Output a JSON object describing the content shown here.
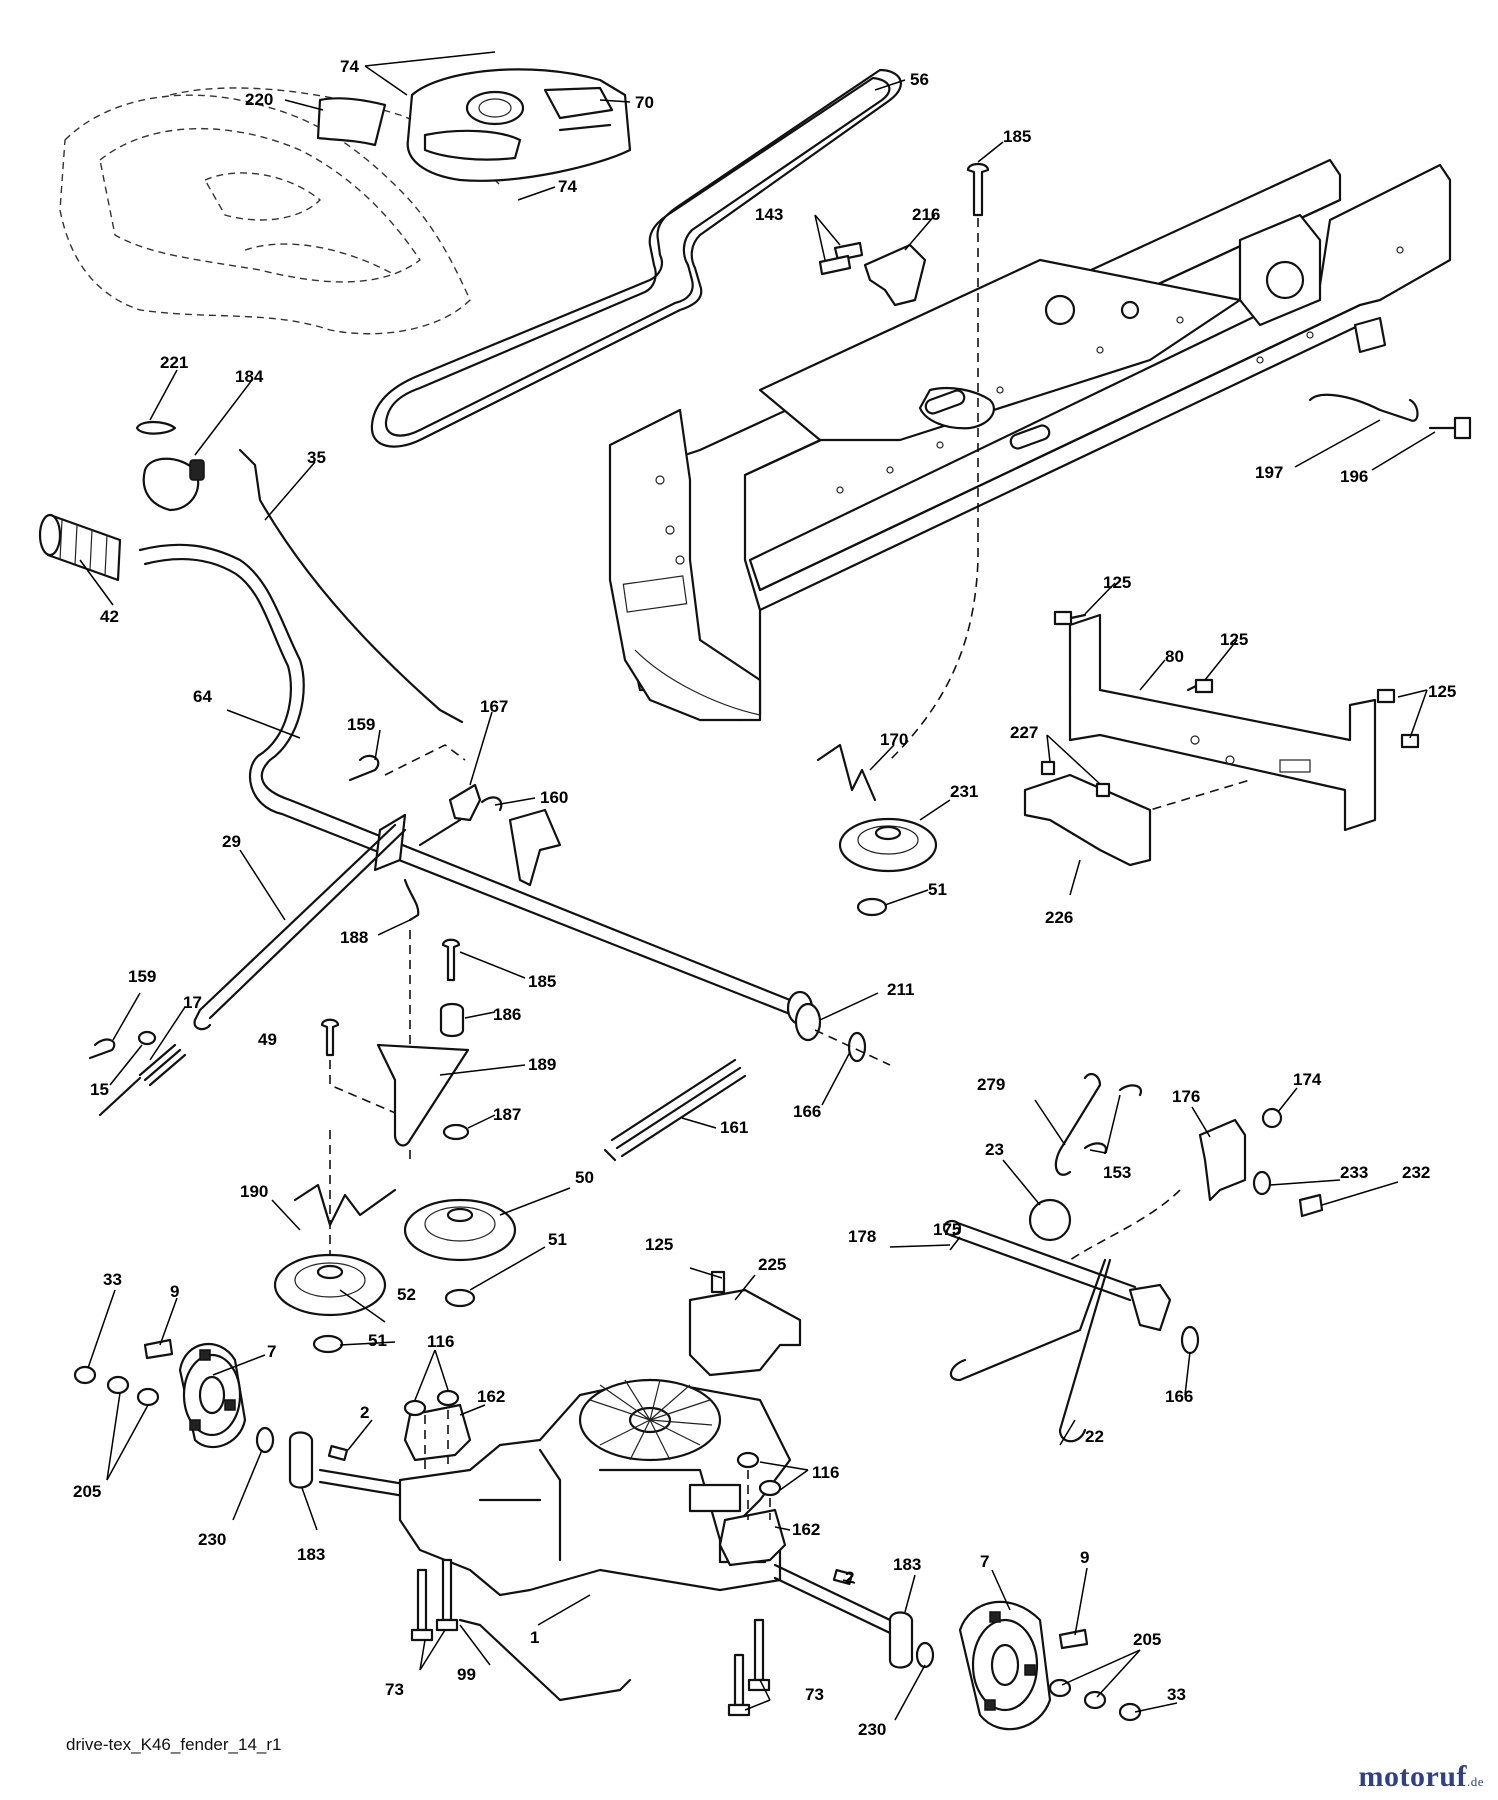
{
  "caption": "drive-tex_K46_fender_14_r1",
  "watermark": {
    "name": "motoruf",
    "tld": ".de",
    "color": "#2f3f8f"
  },
  "callouts": [
    "74",
    "220",
    "70",
    "56",
    "74",
    "185",
    "143",
    "216",
    "221",
    "184",
    "35",
    "42",
    "197",
    "196",
    "125",
    "125",
    "80",
    "125",
    "64",
    "159",
    "167",
    "160",
    "170",
    "227",
    "231",
    "29",
    "188",
    "51",
    "226",
    "185",
    "159",
    "17",
    "186",
    "211",
    "15",
    "49",
    "189",
    "166",
    "187",
    "161",
    "279",
    "176",
    "174",
    "23",
    "233",
    "153",
    "232",
    "190",
    "50",
    "51",
    "175",
    "178",
    "33",
    "9",
    "125",
    "225",
    "52",
    "7",
    "51",
    "116",
    "162",
    "2",
    "22",
    "166",
    "205",
    "230",
    "183",
    "116",
    "162",
    "2",
    "183",
    "9",
    "7",
    "1",
    "205",
    "73",
    "99",
    "73",
    "230",
    "33"
  ]
}
